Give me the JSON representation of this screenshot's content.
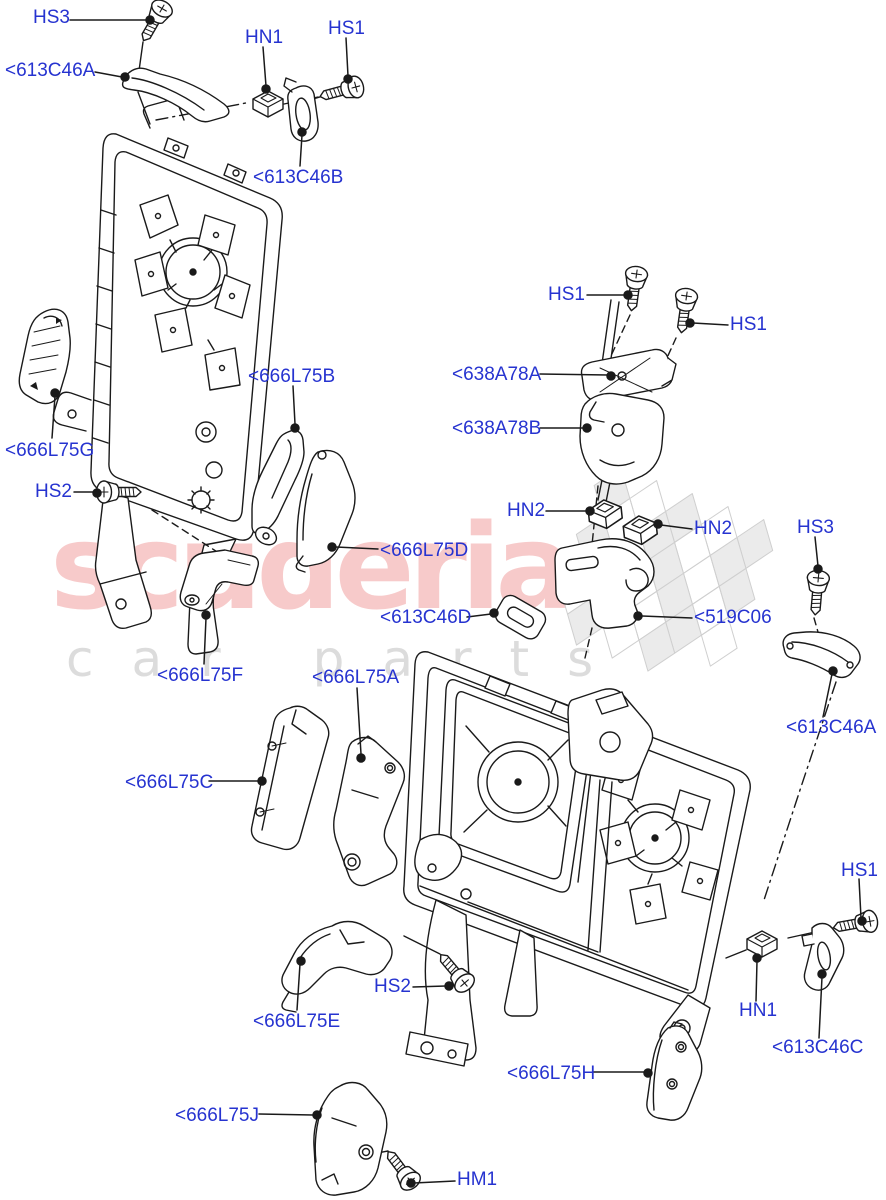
{
  "page": {
    "background": "#ffffff"
  },
  "watermark": {
    "line1": "scuderia",
    "line2": "car parts",
    "pink": "#f7caca",
    "gray": "#dcdcdc"
  },
  "colors": {
    "label_blue": "#2633d0",
    "line_black": "#1a1a1a",
    "checker_gray": "#cfcfcf"
  },
  "labels": [
    {
      "id": "hs3-top",
      "text": "HS3"
    },
    {
      "id": "613c46a-top",
      "text": "<613C46A"
    },
    {
      "id": "hn1-top",
      "text": "HN1"
    },
    {
      "id": "hs1-top",
      "text": "HS1"
    },
    {
      "id": "613c46b",
      "text": "<613C46B"
    },
    {
      "id": "666l75g",
      "text": "<666L75G"
    },
    {
      "id": "hs2-left",
      "text": "HS2"
    },
    {
      "id": "666l75b",
      "text": "<666L75B"
    },
    {
      "id": "666l75d",
      "text": "<666L75D"
    },
    {
      "id": "613c46d",
      "text": "<613C46D"
    },
    {
      "id": "hs1-mid-left",
      "text": "HS1"
    },
    {
      "id": "hs1-mid-right",
      "text": "HS1"
    },
    {
      "id": "638a78a",
      "text": "<638A78A"
    },
    {
      "id": "638a78b",
      "text": "<638A78B"
    },
    {
      "id": "hn2-left",
      "text": "HN2"
    },
    {
      "id": "hn2-right",
      "text": "HN2"
    },
    {
      "id": "hs3-right",
      "text": "HS3"
    },
    {
      "id": "519c06",
      "text": "<519C06"
    },
    {
      "id": "613c46a-right",
      "text": "<613C46A"
    },
    {
      "id": "666l75f",
      "text": "<666L75F"
    },
    {
      "id": "666l75a",
      "text": "<666L75A"
    },
    {
      "id": "666l75c",
      "text": "<666L75C"
    },
    {
      "id": "666l75e",
      "text": "<666L75E"
    },
    {
      "id": "hs2-right",
      "text": "HS2"
    },
    {
      "id": "666l75j",
      "text": "<666L75J"
    },
    {
      "id": "666l75h",
      "text": "<666L75H"
    },
    {
      "id": "hm1",
      "text": "HM1"
    },
    {
      "id": "hs1-bottom",
      "text": "HS1"
    },
    {
      "id": "hn1-bottom",
      "text": "HN1"
    },
    {
      "id": "613c46c",
      "text": "<613C46C"
    }
  ]
}
